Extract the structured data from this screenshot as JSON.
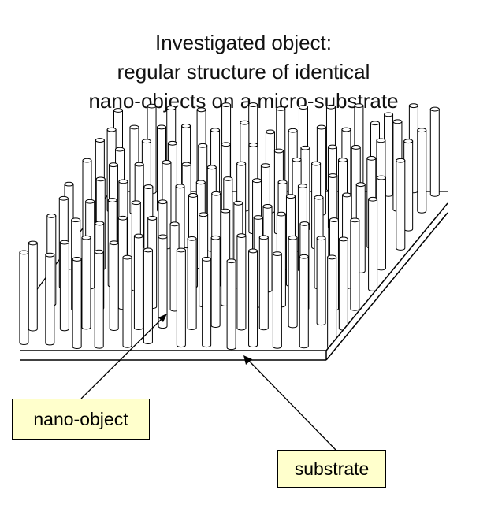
{
  "title": {
    "line1": "Investigated object:",
    "line2": "regular structure of identical",
    "line3": "nano-objects on a micro-substrate"
  },
  "callouts": {
    "nano_object": "nano-object",
    "substrate": "substrate"
  },
  "colors": {
    "callout_fill": "#ffffcc",
    "stroke": "#000000",
    "rod_fill": "#ffffff"
  }
}
